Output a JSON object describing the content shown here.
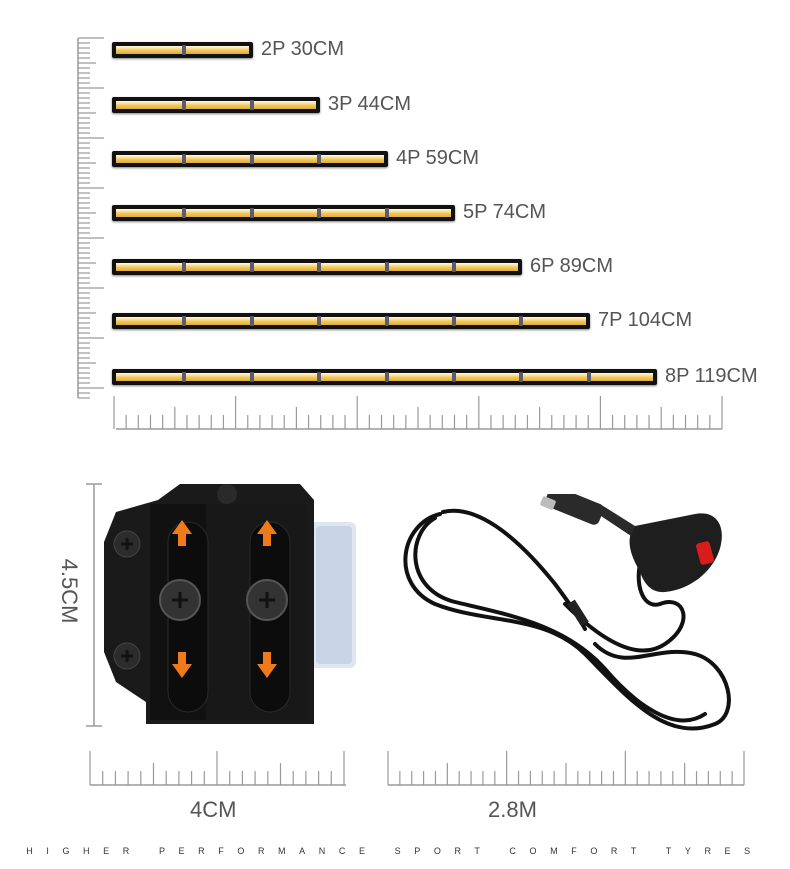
{
  "bars": [
    {
      "label": "2P 30CM",
      "pods": 2
    },
    {
      "label": "3P 44CM",
      "pods": 3
    },
    {
      "label": "4P 59CM",
      "pods": 4
    },
    {
      "label": "5P 74CM",
      "pods": 5
    },
    {
      "label": "6P 89CM",
      "pods": 6
    },
    {
      "label": "7P 104CM",
      "pods": 7
    },
    {
      "label": "8P 119CM",
      "pods": 8
    }
  ],
  "bracket": {
    "height_label": "4.5CM",
    "width_label": "4CM"
  },
  "cable": {
    "length_label": "2.8M"
  },
  "tagline": "HIGHER PERFORMANCE SPORT COMFORT TYRES",
  "colors": {
    "led": "#f2c85a",
    "arrow": "#f07a1a",
    "ruler": "#9a9a9a",
    "body": "#1a1a1a",
    "switch": "#d81c1c"
  }
}
